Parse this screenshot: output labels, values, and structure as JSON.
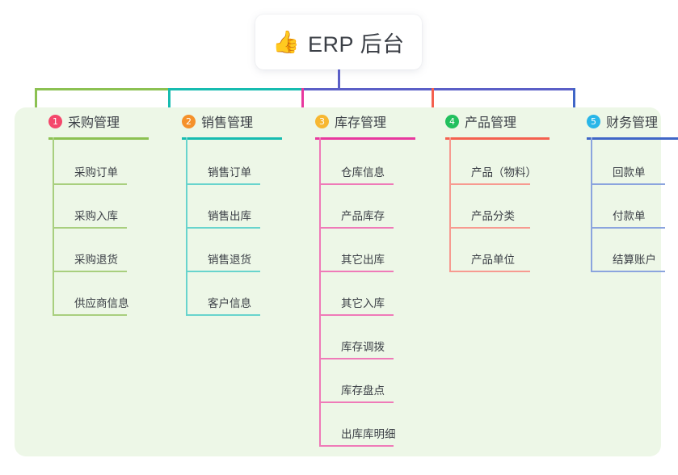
{
  "root": {
    "icon": "thumbs-up-icon",
    "icon_glyph": "👍",
    "title": "ERP 后台"
  },
  "theme": {
    "page_background": "#ffffff",
    "panel_background": "#edf7e7",
    "text_color": "#3b3f46",
    "stem_color": "#5b5fc7",
    "bus_colors": [
      "#8cc152",
      "#17bcb0",
      "#5b5fc7",
      "#5b5fc7"
    ]
  },
  "columns": [
    {
      "index": "1",
      "badge_color": "#f4476b",
      "line_color": "#8cc152",
      "leaf_line_color": "#a8cf7e",
      "title": "采购管理",
      "items": [
        {
          "label": "采购订单"
        },
        {
          "label": "采购入库"
        },
        {
          "label": "采购退货"
        },
        {
          "label": "供应商信息"
        }
      ]
    },
    {
      "index": "2",
      "badge_color": "#f5912b",
      "line_color": "#17bcb0",
      "leaf_line_color": "#68d4cd",
      "title": "销售管理",
      "items": [
        {
          "label": "销售订单"
        },
        {
          "label": "销售出库"
        },
        {
          "label": "销售退货"
        },
        {
          "label": "客户信息"
        }
      ]
    },
    {
      "index": "3",
      "badge_color": "#f7b731",
      "line_color": "#e8389e",
      "leaf_line_color": "#ef7ab8",
      "title": "库存管理",
      "items": [
        {
          "label": "仓库信息"
        },
        {
          "label": "产品库存"
        },
        {
          "label": "其它出库"
        },
        {
          "label": "其它入库"
        },
        {
          "label": "库存调拨"
        },
        {
          "label": "库存盘点"
        },
        {
          "label": "出库库明细"
        }
      ]
    },
    {
      "index": "4",
      "badge_color": "#22c05e",
      "line_color": "#f4604f",
      "leaf_line_color": "#f79a90",
      "title": "产品管理",
      "items": [
        {
          "label": "产品（物料）"
        },
        {
          "label": "产品分类"
        },
        {
          "label": "产品单位"
        }
      ]
    },
    {
      "index": "5",
      "badge_color": "#29b6e8",
      "line_color": "#4066c7",
      "leaf_line_color": "#8ba4de",
      "title": "财务管理",
      "items": [
        {
          "label": "回款单"
        },
        {
          "label": "付款单"
        },
        {
          "label": "结算账户"
        }
      ]
    }
  ]
}
